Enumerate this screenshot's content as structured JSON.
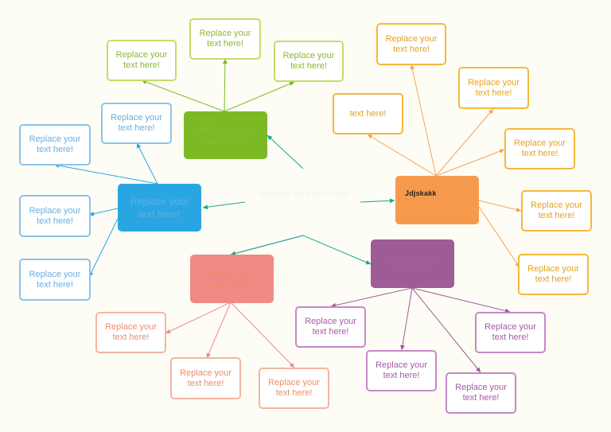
{
  "center": {
    "label": "Replace your text here!"
  },
  "branches": {
    "green": {
      "main": "Replace your text here!",
      "leaves": [
        "Replace your text here!",
        "Replace your text here!",
        "Replace your text here!"
      ]
    },
    "blue": {
      "main": "Replace your text here!",
      "leaves": [
        "Replace your text here!",
        "Replace your text here!",
        "Replace your text here!",
        "Replace your text here!"
      ]
    },
    "orange": {
      "main": "Jdjskakk",
      "leaves": [
        "Replace your text here!",
        "text here!",
        "Replace your text here!",
        "Replace your text here!",
        "Replace your text here!",
        "Replace your text here!"
      ]
    },
    "peach": {
      "main": "Replace your text here!",
      "leaves": [
        "Replace your text here!",
        "Replace your text here!",
        "Replace your text here!"
      ]
    },
    "purple": {
      "main": "Replace your text here!",
      "leaves": [
        "Replace your text here!",
        "Replace your text here!",
        "Replace your text here!",
        "Replace your text here!"
      ]
    }
  },
  "colors": {
    "green": "#7cb924",
    "blue": "#29a6e2",
    "orange": "#f59a4c",
    "peach": "#ef8a84",
    "purple": "#9e5c95",
    "teal": "#1aa58c"
  }
}
